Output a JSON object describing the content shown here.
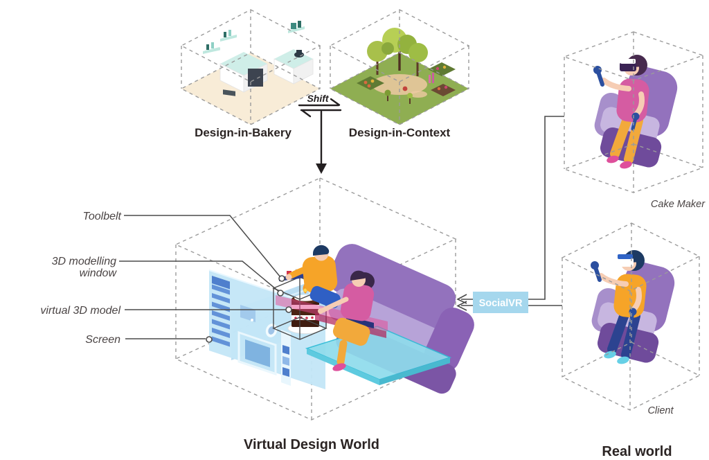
{
  "figure": {
    "top": {
      "bakery_label": "Design-in-Bakery",
      "context_label": "Design-in-Context",
      "shift_label": "Shift"
    },
    "annotations": {
      "toolbelt": "Toolbelt",
      "modelling_line1": "3D modelling",
      "modelling_line2": "window",
      "virtual_model": "virtual 3D model",
      "screen": "Screen"
    },
    "main_caption": "Virtual Design World",
    "right": {
      "badge": "SocialVR",
      "cake_maker": "Cake Maker",
      "client": "Client",
      "real_world_caption": "Real world"
    }
  },
  "colors": {
    "dash": "#9b9b9b",
    "leader": "#4a4a4a",
    "arrow": "#231f20",
    "caption": "#2b2423",
    "label": "#4a4444",
    "badge": "#a5d7ed",
    "badge_text": "#ffffff",
    "floor_beige": "#f8ecd7",
    "floor_green": "#8fae52",
    "screen_blue": "#c3e6f7",
    "screen_bar_blue": "#6292d8",
    "table_cyan": "#8fdcec",
    "table_edge": "#2fbbd6",
    "beam_pink": "#e8488f",
    "beam_crimson": "#b3265c",
    "couch_purple": "#8a62b5",
    "couch_light": "#b7a3d8",
    "couch_dark": "#7b55a5",
    "chair_seat": "#c7b6e0",
    "shirt_orange": "#f6a428",
    "shirt_pink": "#d55ca2",
    "pants_yellow": "#f2a93b",
    "pants_navy": "#2c4390",
    "shorts_blue": "#2f5fc4",
    "shoe_pink": "#de4f9b",
    "shoe_cyan": "#66d0e6",
    "controller_blue": "#2b4f9f",
    "skin": "#f6cdb4",
    "hair_navy": "#1d3a63",
    "hair_plum": "#3a2749",
    "cake_brown": "#3f1c10",
    "cake_red": "#d1314e",
    "flame_orange": "#f59a23"
  }
}
